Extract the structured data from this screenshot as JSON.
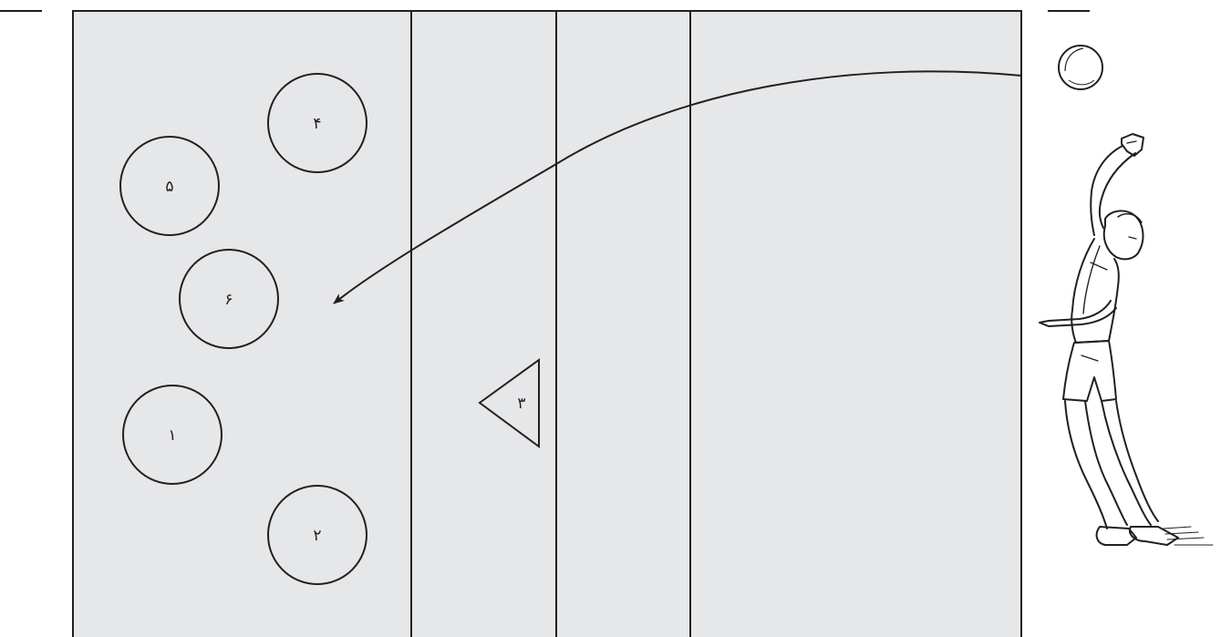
{
  "diagram": {
    "court_fill": "#e6e7e9",
    "line_color": "#231f20",
    "players": [
      {
        "id": "player-4",
        "label": "۴",
        "shape": "circle"
      },
      {
        "id": "player-5",
        "label": "۵",
        "shape": "circle"
      },
      {
        "id": "player-6",
        "label": "۶",
        "shape": "circle"
      },
      {
        "id": "player-1",
        "label": "۱",
        "shape": "circle"
      },
      {
        "id": "player-2",
        "label": "۲",
        "shape": "circle"
      },
      {
        "id": "player-3",
        "label": "۳",
        "shape": "triangle"
      }
    ],
    "ball_icon": "volleyball-icon",
    "server_figure": "serving-player-illustration",
    "trajectory": "serve-arc-arrow"
  }
}
